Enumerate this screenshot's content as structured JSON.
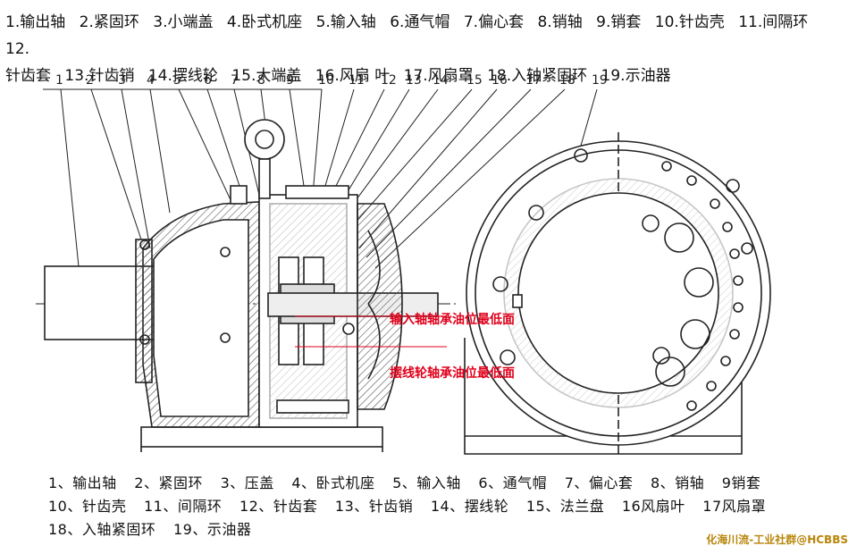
{
  "top_legend": [
    "1.输出轴",
    "2.紧固环",
    "3.小端盖",
    "4.卧式机座",
    "5.输入轴",
    "6.通气帽",
    "7.偏心套",
    "8.销轴",
    "9.销套",
    "10.针齿壳",
    "11.间隔环",
    "12.",
    "针齿套",
    "13.针齿销",
    "14.摆线轮",
    "15.大端盖",
    "16.风扇 叶",
    "17.风扇罩",
    "18.入轴紧固环",
    "19.示油器"
  ],
  "part_numbers": [
    "1",
    "2",
    "3",
    "4",
    "5",
    "6",
    "7",
    "8",
    "9",
    "10",
    "11",
    "12",
    "13",
    "14",
    "15",
    "16",
    "17",
    "18",
    "19"
  ],
  "annotations": {
    "input_oil": "输入轴轴承油位最低面",
    "cycloid_oil": "摆线轮轴承油位最低面"
  },
  "bottom_legend": {
    "row1": [
      "1、输出轴",
      "2、紧固环",
      "3、压盖",
      "4、卧式机座",
      "5、输入轴",
      "6、通气帽",
      "7、偏心套",
      "8、销轴",
      "9销套"
    ],
    "row2": [
      "10、针齿壳",
      "11、间隔环",
      "12、针齿套",
      "13、针齿销",
      "14、摆线轮",
      "15、法兰盘",
      "16风扇叶",
      "17风扇罩"
    ],
    "row3": [
      "18、入轴紧固环",
      "19、示油器"
    ]
  },
  "watermark": "化海川流-工业社群@HCBBS",
  "colors": {
    "annotation_red": "#e0001b",
    "line": "#222222",
    "hatch": "#555555"
  }
}
